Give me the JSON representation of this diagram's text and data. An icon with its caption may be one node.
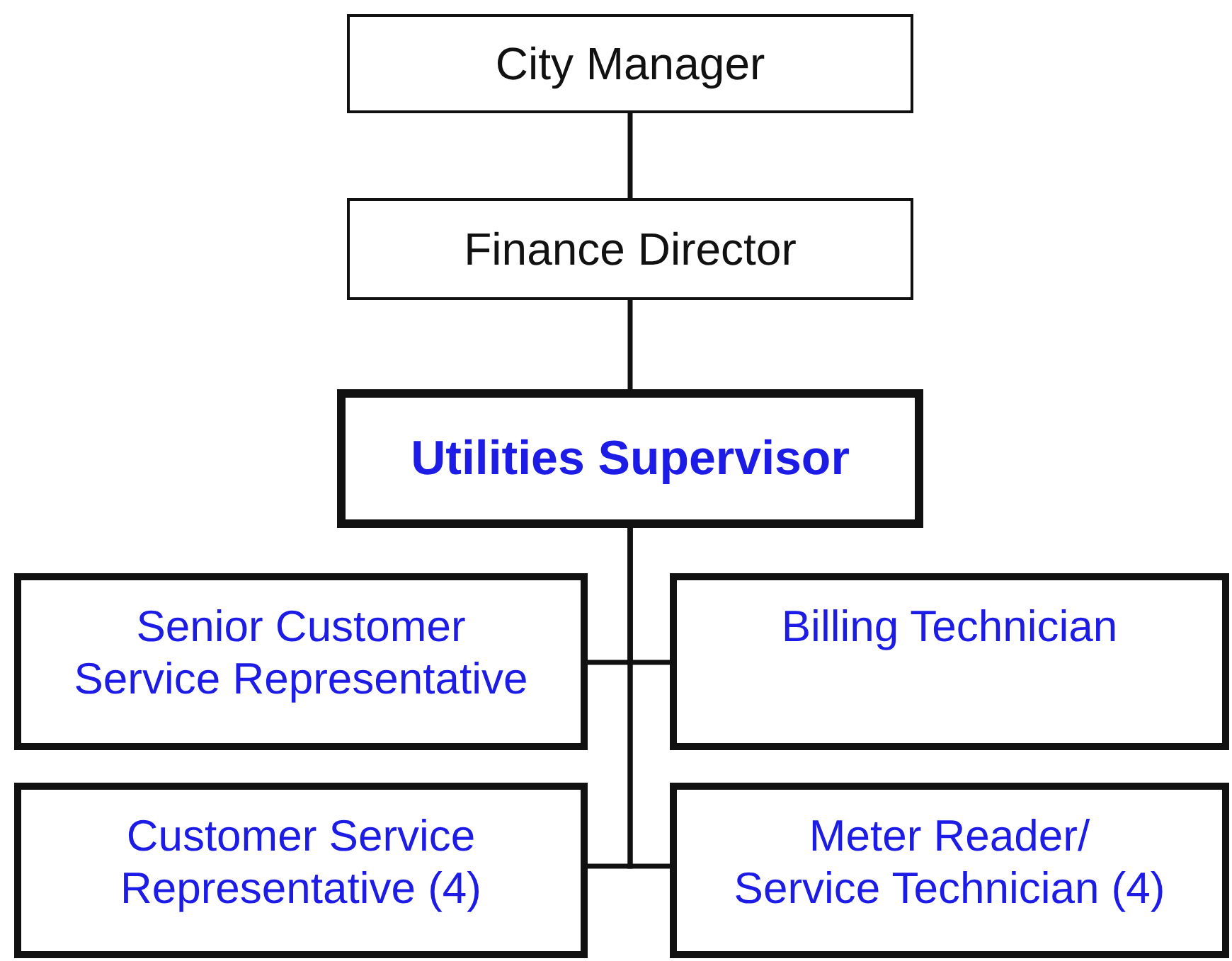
{
  "diagram": {
    "nodes": [
      {
        "text": [
          "City Manager"
        ]
      },
      {
        "text": [
          "Finance Director"
        ]
      },
      {
        "text": [
          "Utilities Supervisor"
        ]
      },
      {
        "text": [
          "Senior Customer Service Representative"
        ]
      },
      {
        "text": [
          "Billing Technician"
        ]
      },
      {
        "text": [
          "Customer Service Representative (4)"
        ]
      },
      {
        "text": [
          "Meter Reader/ Service Technician (4)"
        ]
      }
    ],
    "edges": [
      {
        "from": 0,
        "to": 1,
        "arrow": "none"
      },
      {
        "from": 1,
        "to": 2,
        "arrow": "none"
      },
      {
        "from": 2,
        "to": 3,
        "arrow": "none"
      },
      {
        "from": 2,
        "to": 4,
        "arrow": "none"
      },
      {
        "from": 2,
        "to": 5,
        "arrow": "none"
      },
      {
        "from": 2,
        "to": 6,
        "arrow": "none"
      }
    ]
  }
}
